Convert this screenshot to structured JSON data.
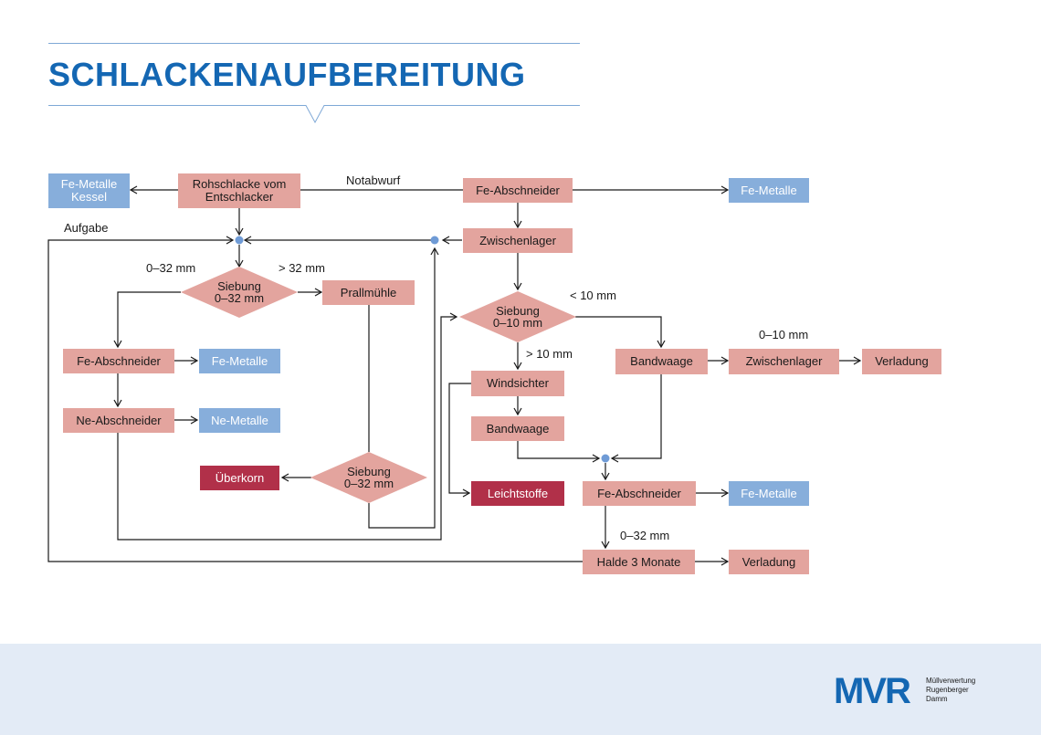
{
  "title": "SCHLACKENAUFBEREITUNG",
  "nodes": {
    "fe_metalle_kessel": "Fe-Metalle\nKessel",
    "rohschlacke": "Rohschlacke vom\nEntschlacker",
    "fe_abschneider_top": "Fe-Abschneider",
    "fe_metalle_top": "Fe-Metalle",
    "zwischenlager_top": "Zwischenlager",
    "siebung_left": "Siebung\n0–32 mm",
    "prallmuehle": "Prallmühle",
    "fe_abschneider_left": "Fe-Abschneider",
    "fe_metalle_left": "Fe-Metalle",
    "ne_abschneider": "Ne-Abschneider",
    "ne_metalle": "Ne-Metalle",
    "ueberkorn": "Überkorn",
    "siebung_bottom": "Siebung\n0–32 mm",
    "siebung_mid": "Siebung\n0–10 mm",
    "windsichter": "Windsichter",
    "bandwaage_mid": "Bandwaage",
    "leichtstoffe": "Leichtstoffe",
    "bandwaage_right": "Bandwaage",
    "zwischenlager_right": "Zwischenlager",
    "verladung_right": "Verladung",
    "fe_abschneider_bottom": "Fe-Abschneider",
    "fe_metalle_bottom": "Fe-Metalle",
    "halde": "Halde 3 Monate",
    "verladung_bottom": "Verladung"
  },
  "edge_labels": {
    "notabwurf": "Notabwurf",
    "aufgabe": "Aufgabe",
    "left_0_32": "0–32 mm",
    "gt32": "> 32 mm",
    "lt10": "< 10 mm",
    "gt10": "> 10 mm",
    "zero_10": "0–10 mm",
    "bottom_0_32": "0–32 mm"
  },
  "footer": {
    "logo": "MVR",
    "company_line1": "Müllverwertung",
    "company_line2": "Rugenberger",
    "company_line3": "Damm"
  },
  "colors": {
    "title_blue": "#1467b3",
    "process_box": "#e3a49e",
    "metal_box": "#87aedb",
    "waste_box": "#b13049",
    "junction": "#6f9bd6",
    "footer_bg": "#e3ebf6"
  }
}
